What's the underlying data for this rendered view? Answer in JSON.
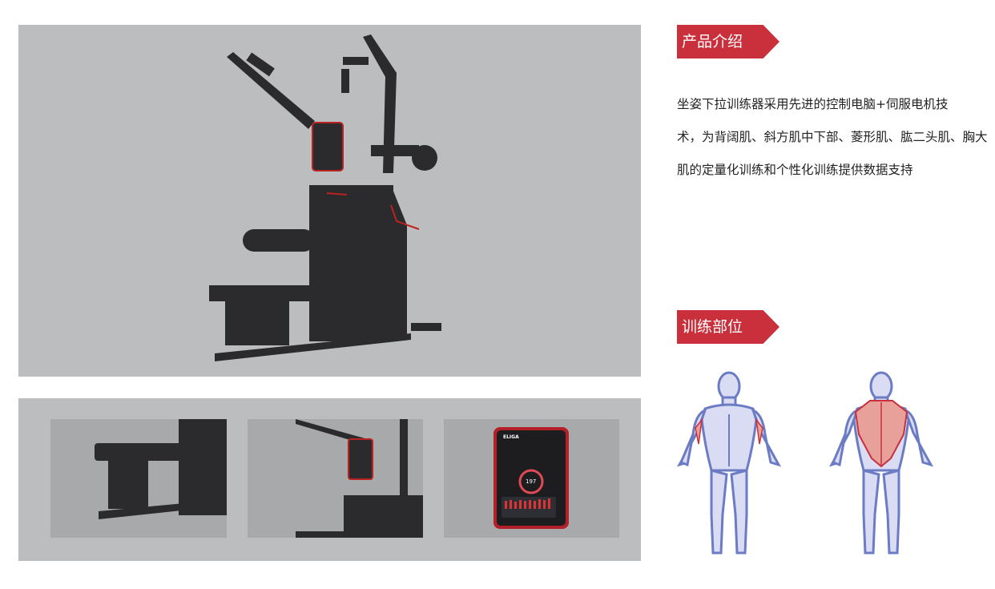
{
  "intro": {
    "title": "产品介绍",
    "lines": [
      "坐姿下拉训练器采用先进的控制电脑+伺服电机技",
      "术，为背阔肌、斜方肌中下部、菱形肌、肱二头肌、胸大",
      "肌的定量化训练和个性化训练提供数据支持"
    ]
  },
  "training": {
    "title": "训练部位"
  },
  "colors": {
    "accent": "#c9303b",
    "muscle_outline": "#6b7bc4",
    "muscle_fill": "#d9dcf2",
    "highlight": "#e8a09a"
  },
  "tablet": {
    "brand": "ELIGA",
    "value": "197"
  }
}
